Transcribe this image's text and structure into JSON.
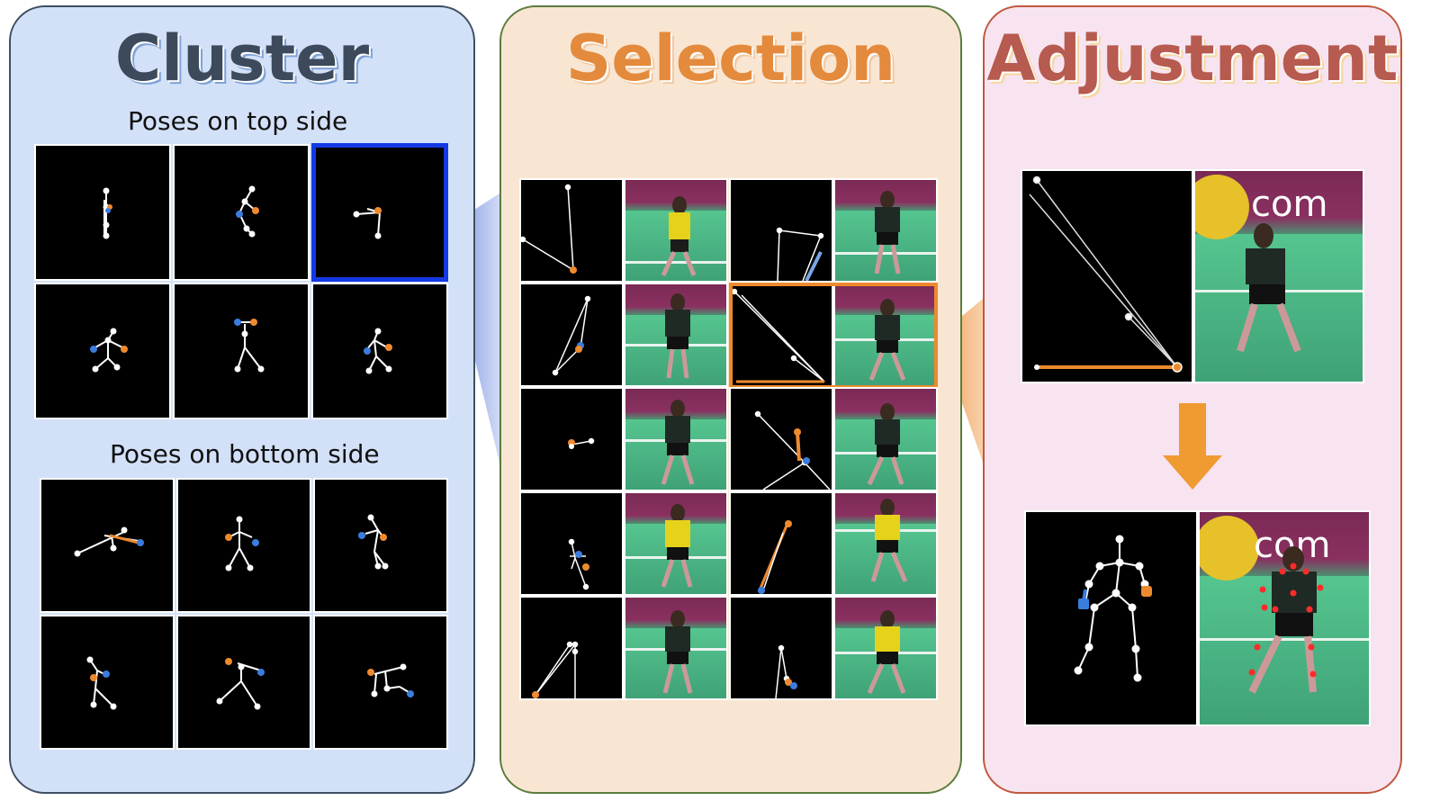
{
  "cluster": {
    "title": "Cluster",
    "top_label": "Poses on top side",
    "bottom_label": "Poses on bottom side"
  },
  "selection": {
    "title": "Selection"
  },
  "adjustment": {
    "title": "Adjustment",
    "photo_text": "com"
  },
  "colors": {
    "cluster_bg": "#d3e1f8",
    "selection_bg": "#f8e6d3",
    "adjust_bg": "#f7e4f0",
    "highlight_blue": "#1439e6",
    "highlight_orange": "#ee8a2e",
    "keypoint_red": "#ff2a2a"
  },
  "icons": [
    "down-arrow-icon"
  ]
}
